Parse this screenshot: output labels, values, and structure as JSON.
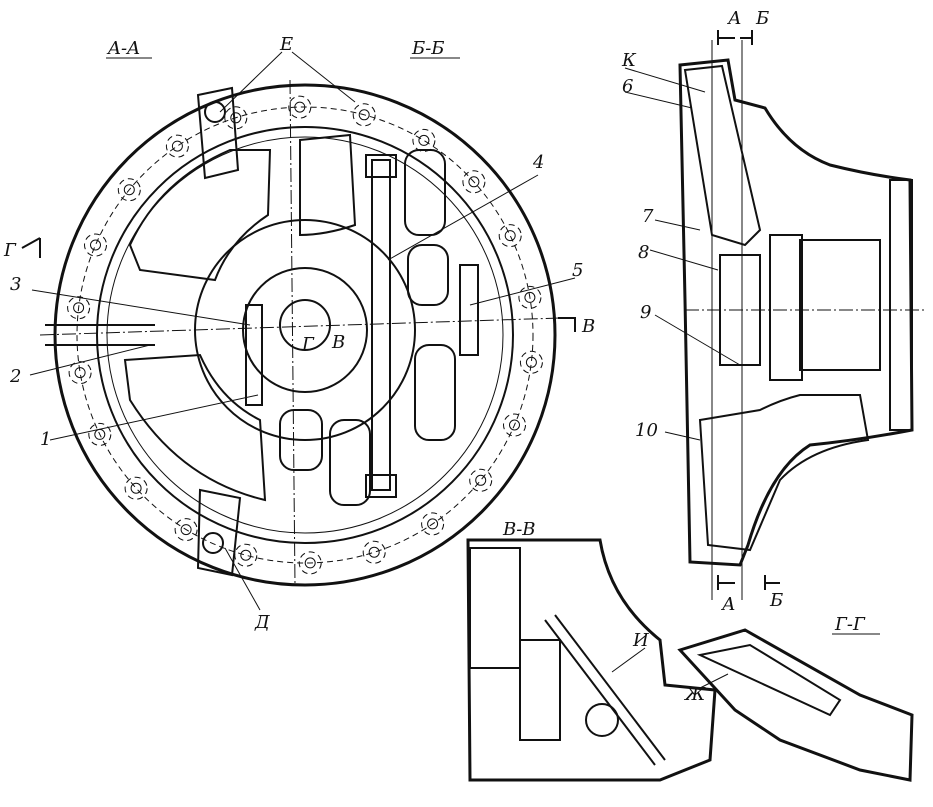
{
  "sections": {
    "aa": "A-A",
    "bb": "Б-Б",
    "vv": "В-В",
    "gg": "Г-Г"
  },
  "callouts": {
    "e": "Е",
    "d": "Д",
    "i": "И",
    "zh": "Ж",
    "k": "К",
    "n1": "1",
    "n2": "2",
    "n3": "3",
    "n4": "4",
    "n5": "5",
    "n6": "6",
    "n7": "7",
    "n8": "8",
    "n9": "9",
    "n10": "10"
  },
  "cut_marks": {
    "a_top": "А",
    "b_top": "Б",
    "a_bottom": "А",
    "b_bottom": "Б",
    "g_left": "Г",
    "g_center": "Г",
    "v_center": "В",
    "v_right": "В"
  },
  "colors": {
    "ink": "#111111",
    "paper": "#ffffff"
  }
}
